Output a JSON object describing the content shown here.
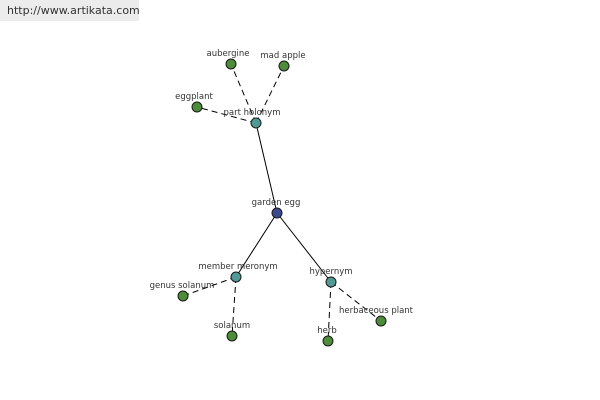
{
  "banner": {
    "url": "http://www.artikata.com"
  },
  "colors": {
    "root": "#3a4a8c",
    "relation": "#4f9a94",
    "leaf": "#4d8c3a"
  },
  "graph": {
    "root": "garden egg",
    "relations": [
      "part holonym",
      "member meronym",
      "hypernym"
    ],
    "part_holonym_terms": [
      "aubergine",
      "mad apple",
      "eggplant"
    ],
    "member_meronym_terms": [
      "genus solanum",
      "solanum"
    ],
    "hypernym_terms": [
      "herb",
      "herbaceous plant"
    ]
  }
}
